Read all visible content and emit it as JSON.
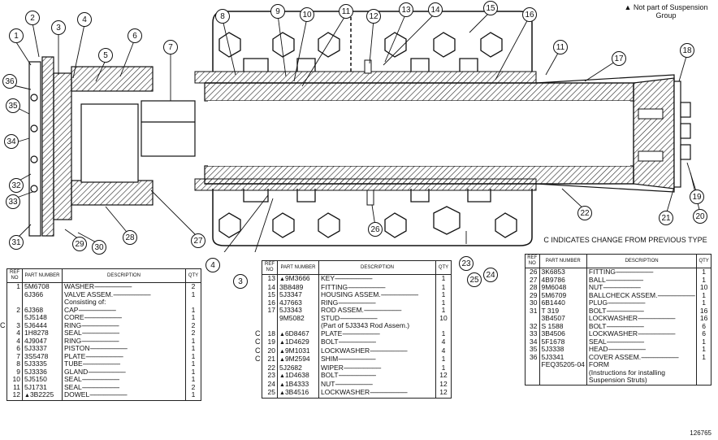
{
  "header": {
    "note": "▲ Not part of Suspension Group",
    "change_note": "C INDICATES CHANGE FROM PREVIOUS TYPE",
    "drawing_number": "126765"
  },
  "callouts": [
    "1",
    "2",
    "3",
    "4",
    "5",
    "6",
    "7",
    "8",
    "9",
    "10",
    "11",
    "12",
    "13",
    "14",
    "15",
    "16",
    "11",
    "17",
    "18",
    "19",
    "20",
    "21",
    "22",
    "26",
    "27",
    "28",
    "29",
    "30",
    "31",
    "32",
    "33",
    "34",
    "35",
    "36",
    "4",
    "3",
    "23",
    "24",
    "25"
  ],
  "table_headers": {
    "ref": "REF NO",
    "part": "PART NUMBER",
    "desc": "DESCRIPTION",
    "qty": "QTY"
  },
  "tables": [
    {
      "rows": [
        {
          "ref": "1",
          "part": "5M6708",
          "desc": "WASHER",
          "qty": "2",
          "tri": false,
          "c": false
        },
        {
          "ref": "",
          "part": "6J366",
          "desc": "VALVE ASSEM.",
          "qty": "1",
          "tri": false,
          "c": false
        },
        {
          "ref": "",
          "part": "",
          "desc": "Consisting of:",
          "qty": "",
          "tri": false,
          "c": false
        },
        {
          "ref": "2",
          "part": "6J368",
          "desc": "CAP",
          "qty": "1",
          "tri": false,
          "c": false
        },
        {
          "ref": "",
          "part": "5J5148",
          "desc": "CORE",
          "qty": "1",
          "tri": false,
          "c": false
        },
        {
          "ref": "3",
          "part": "5J6444",
          "desc": "RING",
          "qty": "2",
          "tri": false,
          "c": true
        },
        {
          "ref": "4",
          "part": "1H8278",
          "desc": "SEAL",
          "qty": "2",
          "tri": false,
          "c": false
        },
        {
          "ref": "4",
          "part": "4J9047",
          "desc": "RING",
          "qty": "1",
          "tri": false,
          "c": false
        },
        {
          "ref": "6",
          "part": "5J3337",
          "desc": "PISTON",
          "qty": "1",
          "tri": false,
          "c": false
        },
        {
          "ref": "7",
          "part": "3S5478",
          "desc": "PLATE",
          "qty": "1",
          "tri": false,
          "c": false
        },
        {
          "ref": "8",
          "part": "5J3335",
          "desc": "TUBE",
          "qty": "1",
          "tri": false,
          "c": false
        },
        {
          "ref": "9",
          "part": "5J3336",
          "desc": "GLAND",
          "qty": "1",
          "tri": false,
          "c": false
        },
        {
          "ref": "10",
          "part": "5J5150",
          "desc": "SEAL",
          "qty": "1",
          "tri": false,
          "c": false
        },
        {
          "ref": "11",
          "part": "5J1731",
          "desc": "SEAL",
          "qty": "2",
          "tri": false,
          "c": false
        },
        {
          "ref": "12",
          "part": "3B2225",
          "desc": "DOWEL",
          "qty": "1",
          "tri": true,
          "c": false
        }
      ]
    },
    {
      "rows": [
        {
          "ref": "13",
          "part": "9M3666",
          "desc": "KEY",
          "qty": "1",
          "tri": true,
          "c": false
        },
        {
          "ref": "14",
          "part": "3B8489",
          "desc": "FITTING",
          "qty": "1",
          "tri": false,
          "c": false
        },
        {
          "ref": "15",
          "part": "5J3347",
          "desc": "HOUSING ASSEM.",
          "qty": "1",
          "tri": false,
          "c": false
        },
        {
          "ref": "16",
          "part": "4J7663",
          "desc": "RING",
          "qty": "1",
          "tri": false,
          "c": false
        },
        {
          "ref": "17",
          "part": "5J3343",
          "desc": "ROD ASSEM.",
          "qty": "1",
          "tri": false,
          "c": false
        },
        {
          "ref": "",
          "part": "9M5082",
          "desc": "STUD",
          "qty": "10",
          "tri": false,
          "c": false
        },
        {
          "ref": "",
          "part": "",
          "desc": "(Part of 5J3343 Rod Assem.)",
          "qty": "",
          "tri": false,
          "c": false
        },
        {
          "ref": "18",
          "part": "6D8467",
          "desc": "PLATE",
          "qty": "1",
          "tri": true,
          "c": true
        },
        {
          "ref": "19",
          "part": "1D4629",
          "desc": "BOLT",
          "qty": "4",
          "tri": true,
          "c": true
        },
        {
          "ref": "20",
          "part": "9M1031",
          "desc": "LOCKWASHER",
          "qty": "4",
          "tri": true,
          "c": true
        },
        {
          "ref": "21",
          "part": "9M2594",
          "desc": "SHIM",
          "qty": "1",
          "tri": true,
          "c": true
        },
        {
          "ref": "22",
          "part": "5J2682",
          "desc": "WIPER",
          "qty": "1",
          "tri": false,
          "c": false
        },
        {
          "ref": "23",
          "part": "1D4638",
          "desc": "BOLT",
          "qty": "12",
          "tri": true,
          "c": false
        },
        {
          "ref": "24",
          "part": "1B4333",
          "desc": "NUT",
          "qty": "12",
          "tri": true,
          "c": false
        },
        {
          "ref": "25",
          "part": "3B4516",
          "desc": "LOCKWASHER",
          "qty": "12",
          "tri": true,
          "c": false
        }
      ]
    },
    {
      "rows": [
        {
          "ref": "26",
          "part": "3K6853",
          "desc": "FITTING",
          "qty": "1",
          "tri": false,
          "c": false
        },
        {
          "ref": "27",
          "part": "4B9786",
          "desc": "BALL",
          "qty": "1",
          "tri": false,
          "c": false
        },
        {
          "ref": "28",
          "part": "9M6048",
          "desc": "NUT",
          "qty": "10",
          "tri": false,
          "c": false
        },
        {
          "ref": "29",
          "part": "5M6709",
          "desc": "BALLCHECK ASSEM.",
          "qty": "1",
          "tri": false,
          "c": false
        },
        {
          "ref": "30",
          "part": "6B1440",
          "desc": "PLUG",
          "qty": "1",
          "tri": false,
          "c": false
        },
        {
          "ref": "31",
          "part": "T 319",
          "desc": "BOLT",
          "qty": "16",
          "tri": false,
          "c": false
        },
        {
          "ref": "",
          "part": "3B4507",
          "desc": "LOCKWASHER",
          "qty": "16",
          "tri": false,
          "c": false
        },
        {
          "ref": "32",
          "part": "S 1588",
          "desc": "BOLT",
          "qty": "6",
          "tri": false,
          "c": false
        },
        {
          "ref": "33",
          "part": "3B4506",
          "desc": "LOCKWASHER",
          "qty": "6",
          "tri": false,
          "c": false
        },
        {
          "ref": "34",
          "part": "5F1678",
          "desc": "SEAL",
          "qty": "1",
          "tri": false,
          "c": false
        },
        {
          "ref": "35",
          "part": "5J3338",
          "desc": "HEAD",
          "qty": "1",
          "tri": false,
          "c": false
        },
        {
          "ref": "36",
          "part": "5J3341",
          "desc": "COVER ASSEM.",
          "qty": "1",
          "tri": false,
          "c": false
        },
        {
          "ref": "",
          "part": "FEQ35205-04",
          "desc": "FORM",
          "qty": "",
          "tri": false,
          "c": false
        },
        {
          "ref": "",
          "part": "",
          "desc": "(Instructions for installing",
          "qty": "",
          "tri": false,
          "c": false
        },
        {
          "ref": "",
          "part": "",
          "desc": "Suspension Struts)",
          "qty": "",
          "tri": false,
          "c": false
        }
      ]
    }
  ]
}
